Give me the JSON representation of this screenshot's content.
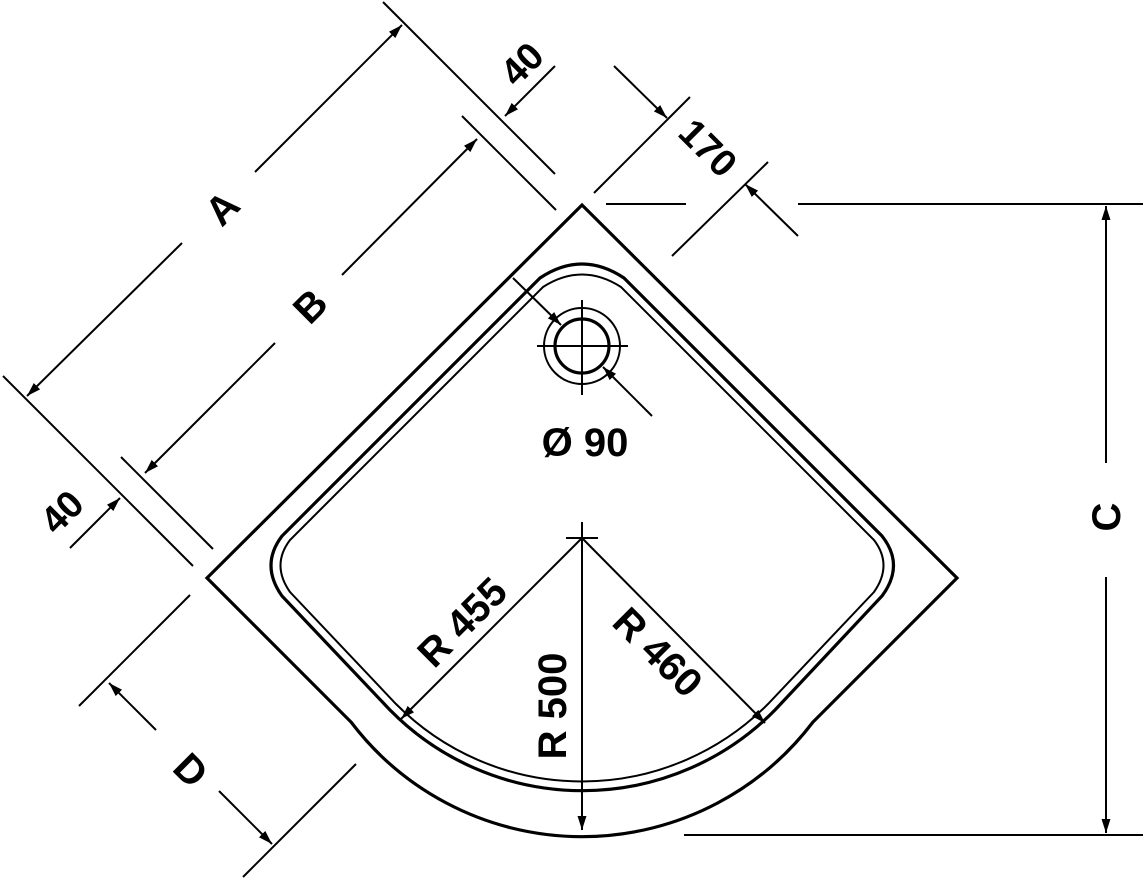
{
  "drawing": {
    "subject": "corner shower tray, quadrant shape, top view",
    "dimensions": {
      "overall_side": "A",
      "inner_side": "B",
      "overall_depth": "C",
      "front_offset": "D",
      "rim_top": "40",
      "rim_left": "40",
      "drain_offset": "170",
      "drain_diameter": "Ø 90",
      "radius_inner_left": "R 455",
      "radius_outer": "R 500",
      "radius_inner_right": "R 460"
    }
  }
}
